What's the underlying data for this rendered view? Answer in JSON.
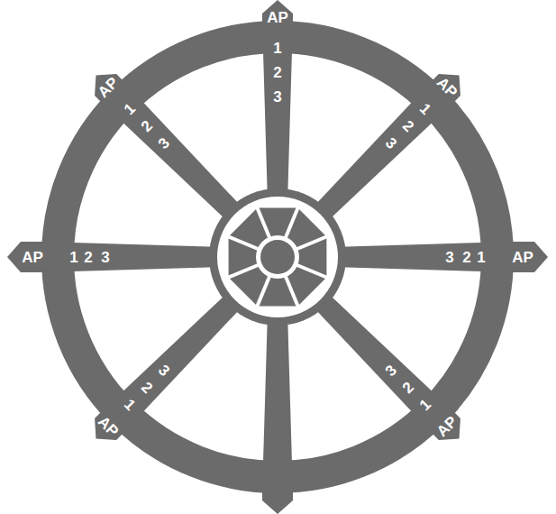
{
  "diagram": {
    "labels": [
      "AP",
      "1",
      "2",
      "3",
      "AP",
      "1",
      "2",
      "3",
      "AP",
      "1",
      "2",
      "3",
      "AP",
      "1",
      "2",
      "3",
      "3",
      "2",
      "1",
      "AP",
      "3",
      "2",
      "1",
      "AP",
      "3",
      "2",
      "1",
      "AP"
    ]
  }
}
